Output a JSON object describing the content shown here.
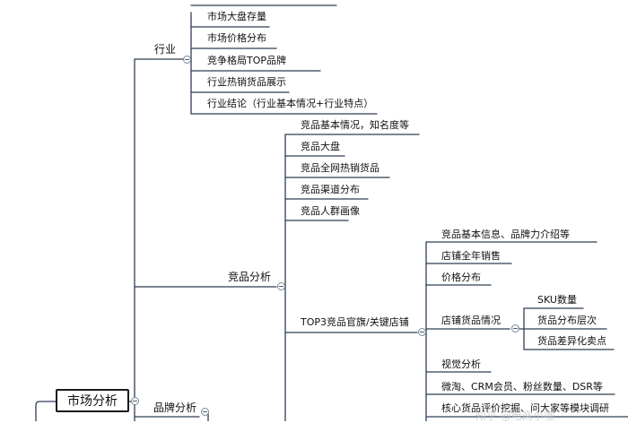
{
  "root": {
    "label": "市场分析"
  },
  "branches": {
    "industry": {
      "label": "行业",
      "items": [
        "市场大盘存量",
        "市场价格分布",
        "竞争格局TOP品牌",
        "行业热销货品展示",
        "行业结论（行业基本情况+行业特点）"
      ]
    },
    "competitor": {
      "label": "竞品分析",
      "items": [
        "竞品基本情况，知名度等",
        "竞品大盘",
        "竞品全网热销货品",
        "竞品渠道分布",
        "竞品人群画像"
      ],
      "top3": {
        "label": "TOP3竞品官旗/关键店铺",
        "items": [
          "竞品基本信息、品牌力介绍等",
          "店铺全年销售",
          "价格分布"
        ],
        "store_goods": {
          "label": "店铺货品情况",
          "items": [
            "SKU数量",
            "货品分布层次",
            "货品差异化卖点"
          ]
        },
        "after_items": [
          "视觉分析",
          "微淘、CRM会员、粉丝数量、DSR等",
          "核心货品评价挖掘、问大家等模块调研"
        ]
      }
    },
    "brand": {
      "label": "品牌分析"
    }
  },
  "watermark": "知乎 @电商小咖"
}
